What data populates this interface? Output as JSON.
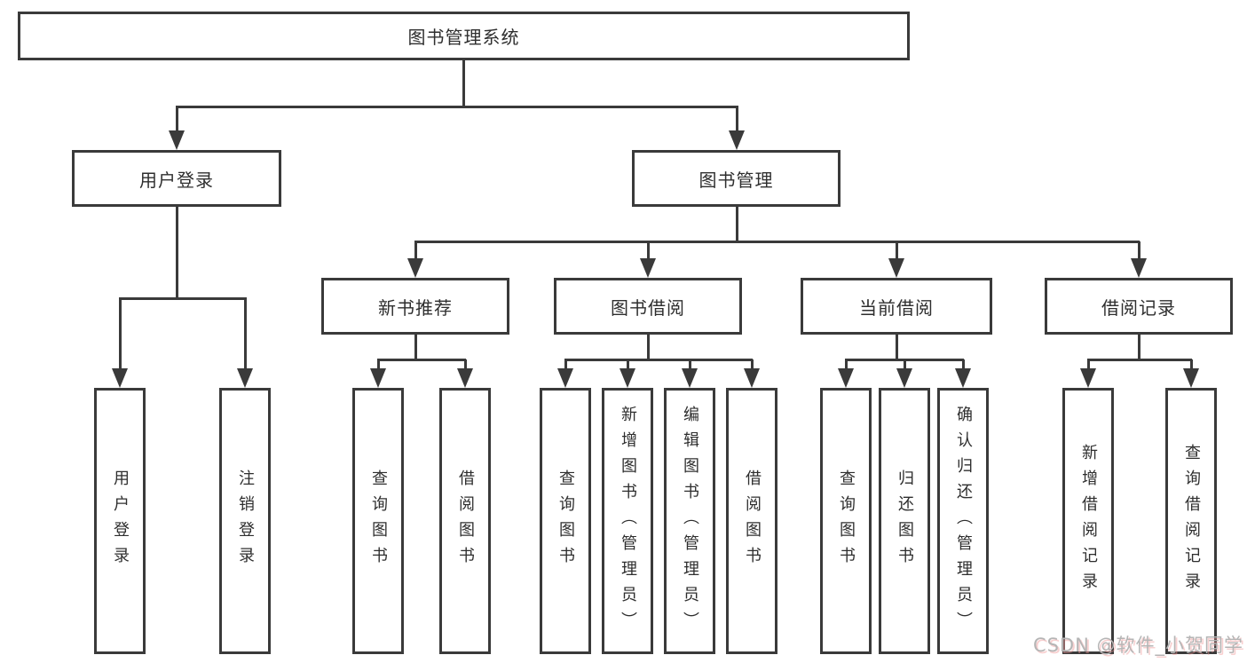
{
  "diagram": {
    "title_node": {
      "label": "图书管理系统"
    },
    "level2": [
      {
        "label": "用户登录"
      },
      {
        "label": "图书管理"
      }
    ],
    "level3": [
      {
        "label": "新书推荐"
      },
      {
        "label": "图书借阅"
      },
      {
        "label": "当前借阅"
      },
      {
        "label": "借阅记录"
      }
    ],
    "leaves": {
      "user_login": [
        "用户登录",
        "注销登录"
      ],
      "new_book": [
        "查询图书",
        "借阅图书"
      ],
      "book_borrow": [
        "查询图书",
        "新增图书（管理员）",
        "编辑图书（管理员）",
        "借阅图书"
      ],
      "current_borrow": [
        "查询图书",
        "归还图书",
        "确认归还（管理员）"
      ],
      "borrow_record": [
        "新增借阅记录",
        "查询借阅记录"
      ]
    },
    "line_color": "#3a3a3a"
  },
  "watermark": {
    "text": "CSDN @软件_小贺同学"
  }
}
